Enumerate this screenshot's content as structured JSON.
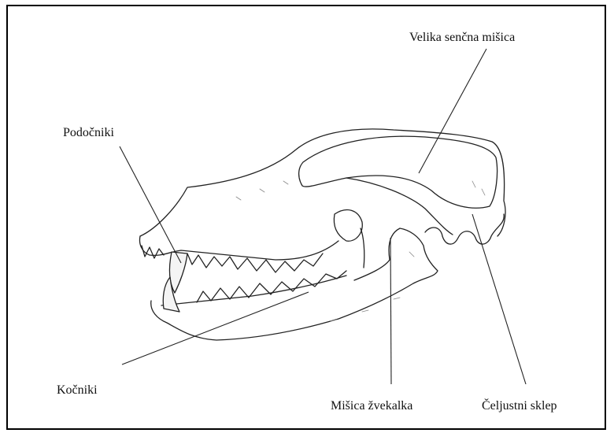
{
  "labels": {
    "temporalis": "Velika senčna mišica",
    "canines": "Podočniki",
    "molars": "Kočniki",
    "masseter": "Mišica žvekalka",
    "tmj": "Čeljustni sklep"
  }
}
